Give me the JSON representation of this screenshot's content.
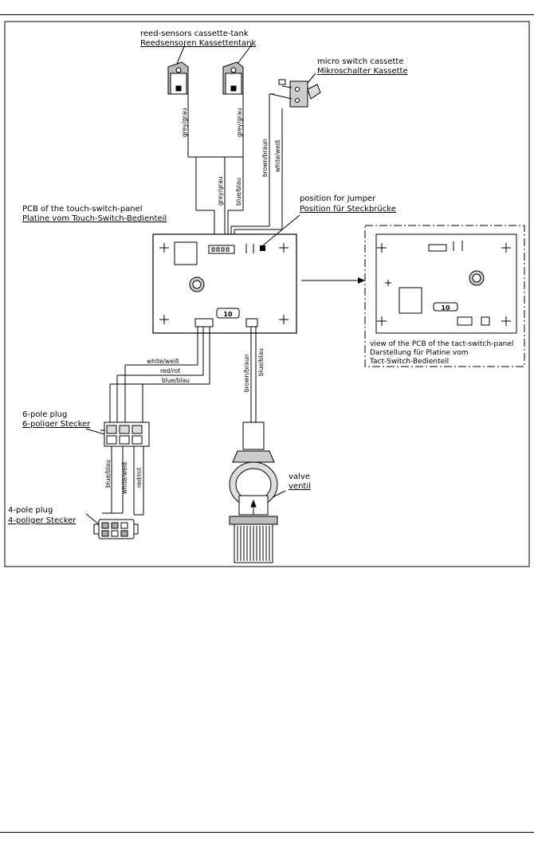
{
  "labels": {
    "reed_en": "reed-sensors cassette-tank",
    "reed_de": "Reedsensoren Kassettentank",
    "micro_en": "micro switch cassette",
    "micro_de": "Mikroschalter Kassette",
    "pcb_en": "PCB of the touch-switch-panel",
    "pcb_de": "Platine vom Touch-Switch-Bedienteil",
    "jumper_en": "position for jumper",
    "jumper_de": "Position für Steckbrücke",
    "view_en": "view of the PCB of the tact-switch-panel",
    "view_de1": "Darstellung für Platine vom",
    "view_de2": "Tact-Switch-Bedienteil",
    "plug6_en": "6-pole plug",
    "plug6_de": "6-poliger Stecker",
    "plug4_en": "4-pole plug",
    "plug4_de": "4-poliger Stecker",
    "valve_en": "valve",
    "valve_de": "ventil"
  },
  "wires": {
    "grey1": "grey/grau",
    "grey2": "grey/grau",
    "grey3": "grey/grau",
    "blue_top": "blue/blau",
    "brown_top": "brown/braun",
    "white_top": "white/weiß",
    "white_h": "white/weiß",
    "red_h": "red/rot",
    "blue_h": "blue/blau",
    "brown_valve": "brown/braun",
    "blue_valve": "blue/blau",
    "blue_v": "blue/blau",
    "white_v": "white/weiß",
    "red_v": "red/rot"
  },
  "pcb_number": "10",
  "view_pcb_number": "10"
}
